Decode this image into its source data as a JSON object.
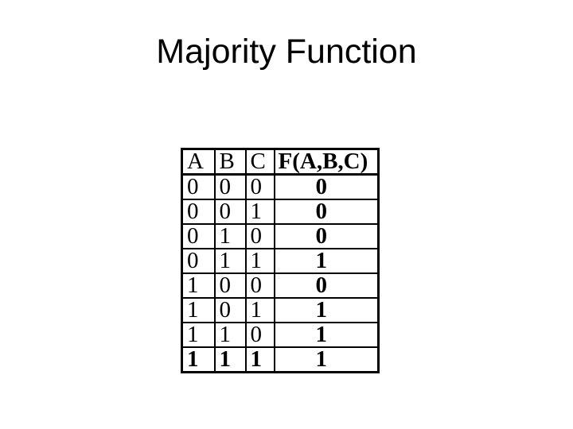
{
  "slide": {
    "title": "Majority Function"
  },
  "truth_table": {
    "headers": [
      "A",
      "B",
      "C",
      "F(A,B,C)"
    ],
    "rows": [
      [
        "0",
        "0",
        "0",
        "0"
      ],
      [
        "0",
        "0",
        "1",
        "0"
      ],
      [
        "0",
        "1",
        "0",
        "0"
      ],
      [
        "0",
        "1",
        "1",
        "1"
      ],
      [
        "1",
        "0",
        "0",
        "0"
      ],
      [
        "1",
        "0",
        "1",
        "1"
      ],
      [
        "1",
        "1",
        "0",
        "1"
      ],
      [
        "1",
        "1",
        "1",
        "1"
      ]
    ]
  },
  "colors": {
    "background": "#ffffff",
    "text": "#000000",
    "table_border": "#000000"
  }
}
